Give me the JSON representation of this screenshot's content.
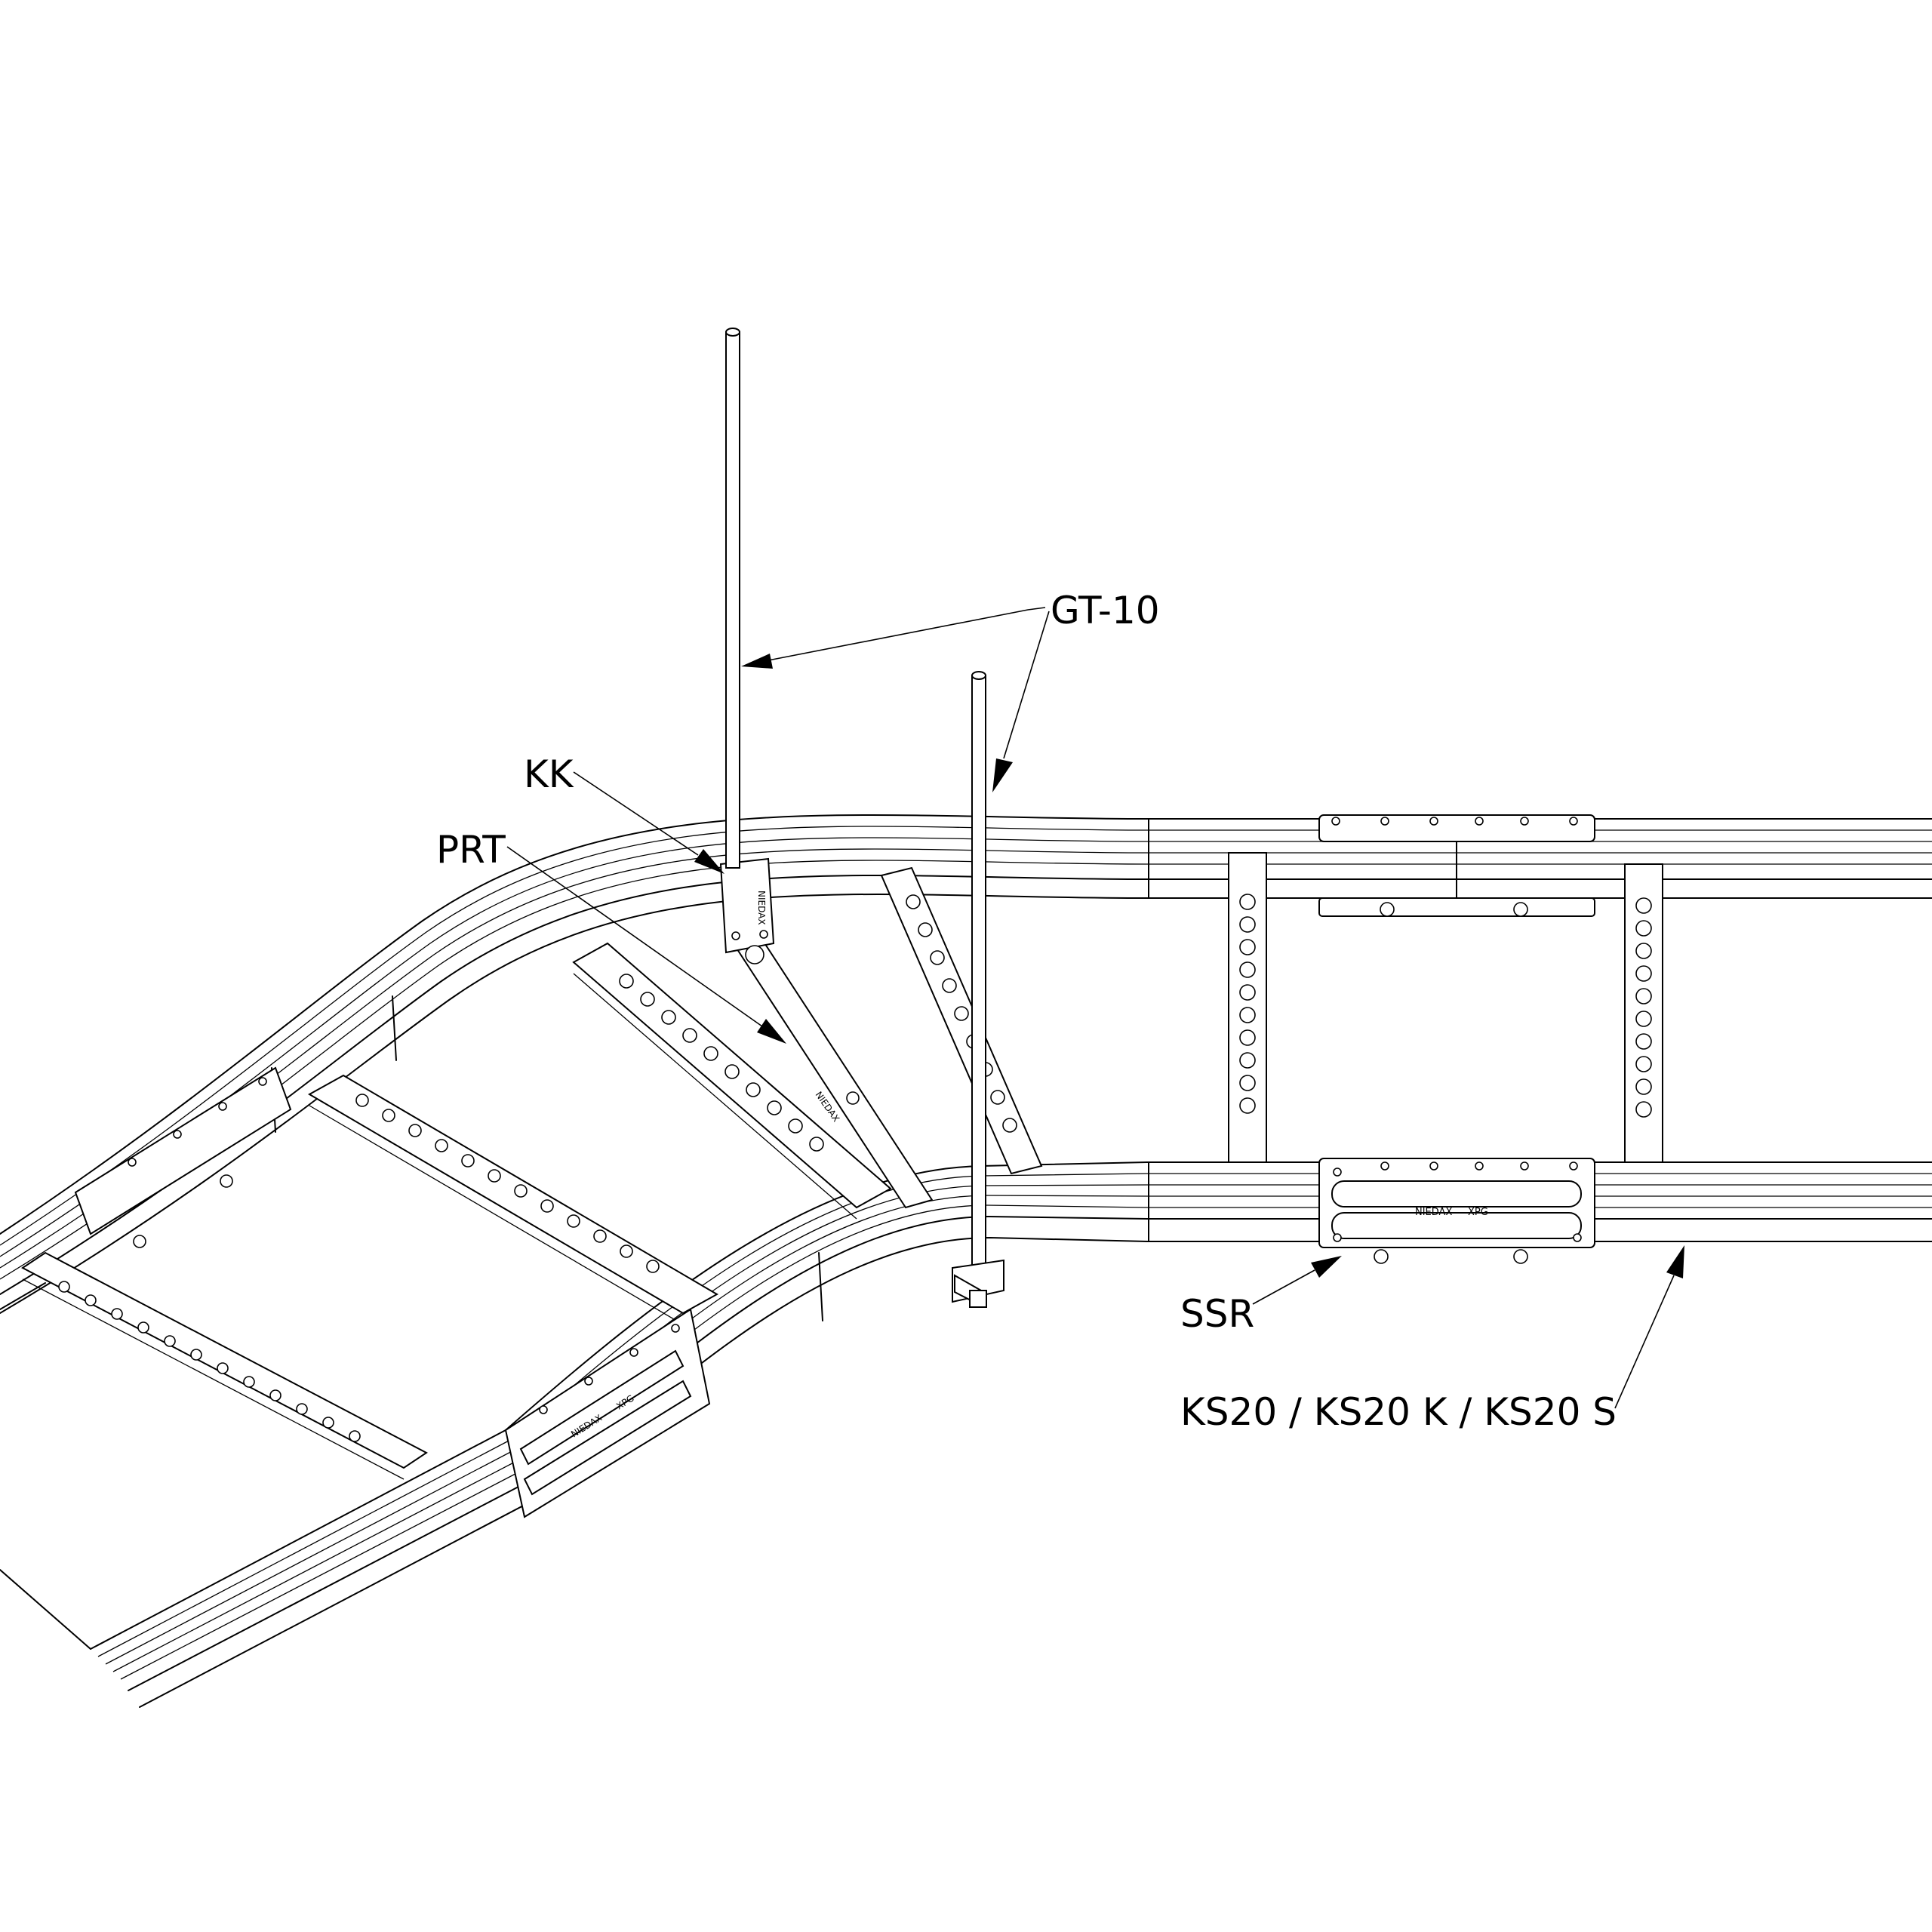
{
  "callouts": {
    "gt10": "GT-10",
    "kk": "KK",
    "prt": "PRT",
    "ssr": "SSR",
    "ks20": "KS20 / KS20 K / KS20 S"
  },
  "plate_marks": {
    "brand": "NIEDAX",
    "code": "XPG"
  },
  "colors": {
    "line": "#000000",
    "background": "#ffffff"
  }
}
